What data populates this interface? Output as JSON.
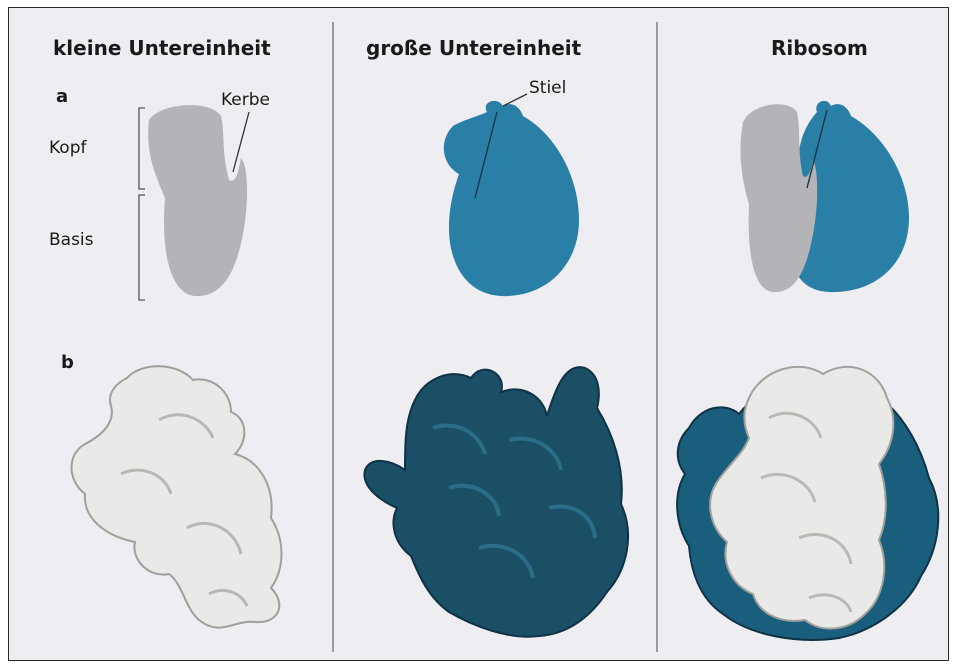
{
  "columns": [
    {
      "title": "kleine Untereinheit"
    },
    {
      "title": "große Untereinheit"
    },
    {
      "title": "Ribosom"
    }
  ],
  "panels": {
    "a": "a",
    "b": "b"
  },
  "labels": {
    "kerbe": "Kerbe",
    "kopf": "Kopf",
    "basis": "Basis",
    "stiel": "Stiel"
  },
  "colors": {
    "small_subunit_schematic": "#b4b4b8",
    "large_subunit": "#2a7fa6",
    "large_subunit_3d": "#1a4f66",
    "small_subunit_3d": "#e9e9e7",
    "background": "#eeedf1"
  }
}
